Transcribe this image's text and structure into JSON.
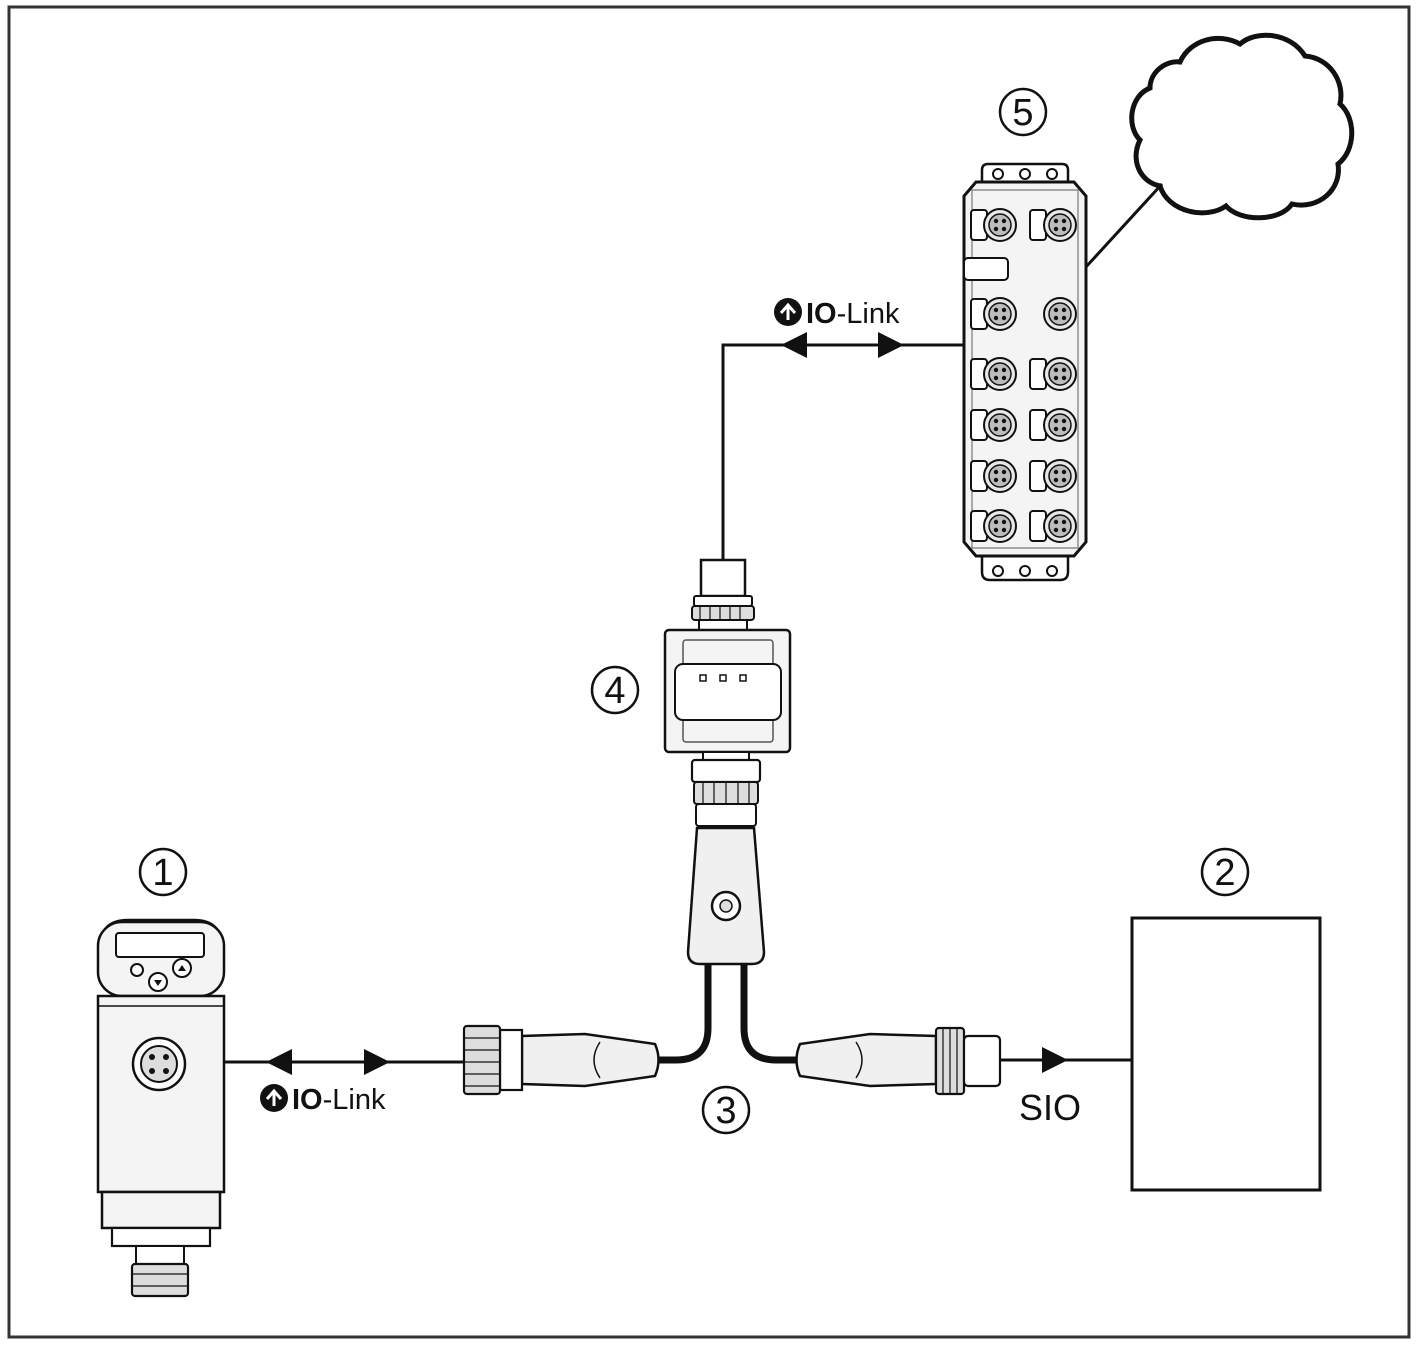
{
  "labels": {
    "io_link_top": {
      "bold": "IO",
      "rest": "-Link"
    },
    "io_link_bottom": {
      "bold": "IO",
      "rest": "-Link"
    },
    "sio": "SIO"
  },
  "callouts": {
    "sensor": "1",
    "device": "2",
    "y_splitter": "3",
    "adapter": "4",
    "io_link_master": "5"
  },
  "colors": {
    "line": "#111111",
    "background": "#ffffff",
    "device_fill": "#f4f4f4"
  }
}
